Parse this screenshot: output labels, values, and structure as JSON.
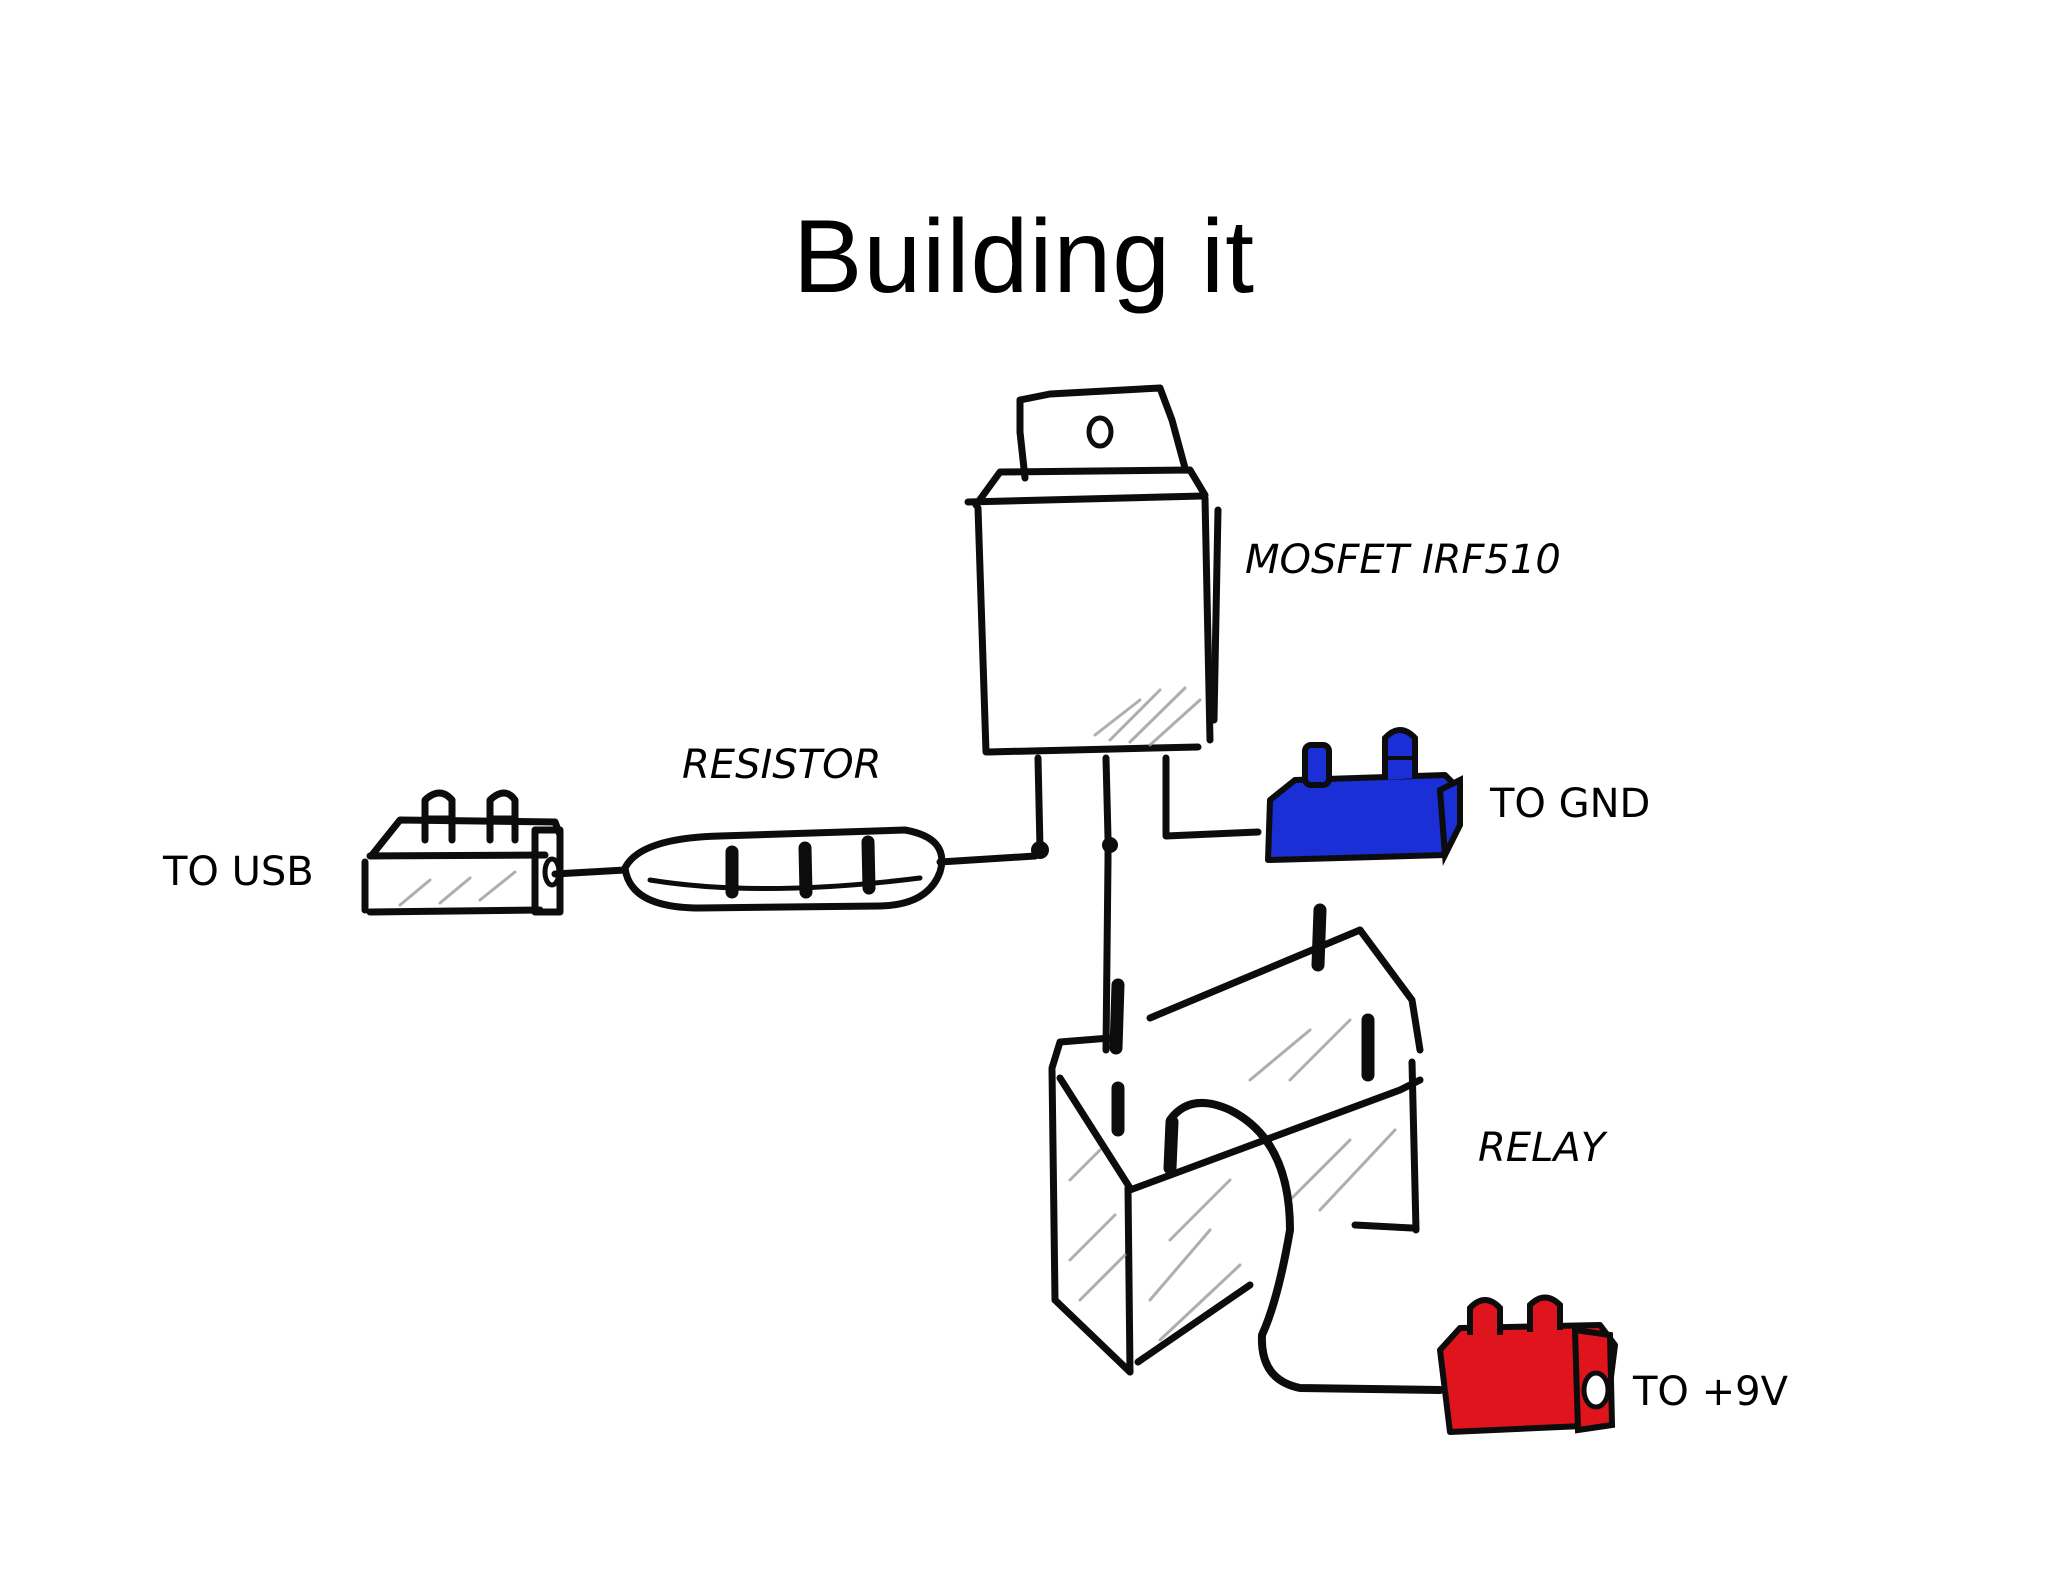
{
  "title": "Building it",
  "labels": {
    "mosfet": "MOSFET IRF510",
    "resistor": "RESISTOR",
    "to_usb": "TO USB",
    "to_gnd": "TO GND",
    "relay": "RELAY",
    "to_9v": "TO +9V"
  },
  "colors": {
    "gnd_connector": "#1a2fd6",
    "power_connector": "#e0141c",
    "ink": "#0c0c0c"
  }
}
